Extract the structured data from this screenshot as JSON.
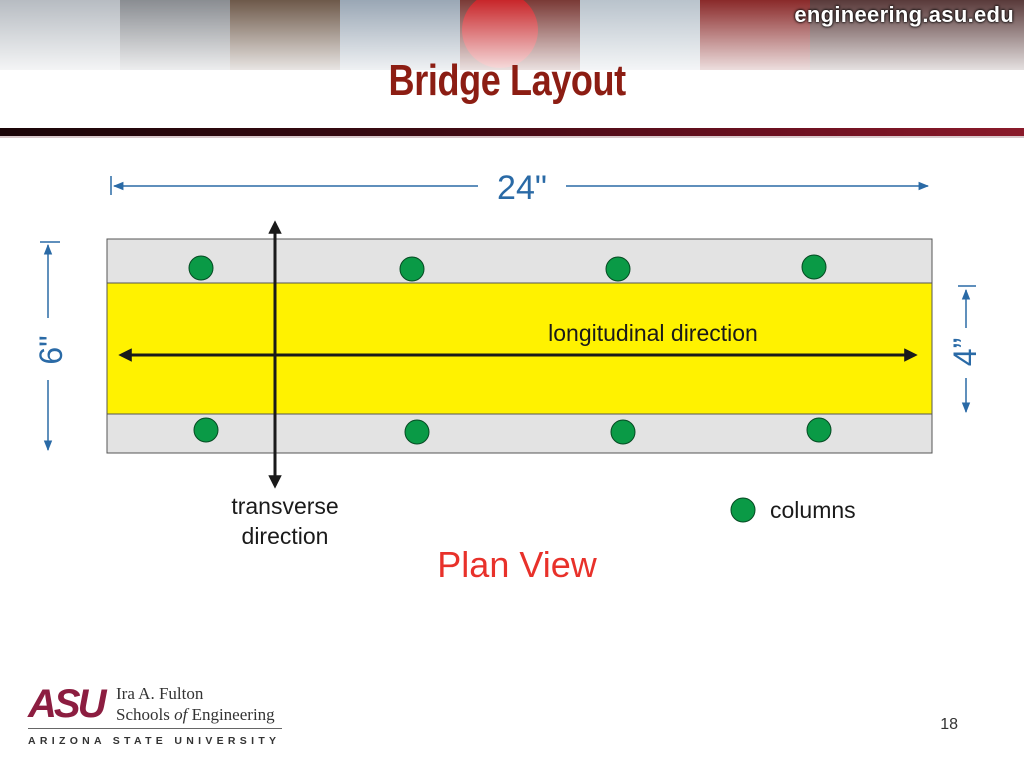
{
  "header": {
    "site": "engineering.asu.edu",
    "title": "Bridge Layout"
  },
  "diagram": {
    "dim_length": "24\"",
    "dim_width": "6\"",
    "dim_deck": "4”",
    "longitudinal_label": "longitudinal direction",
    "transverse_label_line1": "transverse",
    "transverse_label_line2": "direction",
    "legend_columns": "columns",
    "caption": "Plan View",
    "colors": {
      "outer": "#e3e3e3",
      "deck": "#fff200",
      "column": "#0a9a46",
      "dimension": "#2a6aa6",
      "caption": "#e8312a"
    }
  },
  "footer": {
    "school_line1": "Ira A. Fulton",
    "school_line2_a": "Schools ",
    "school_line2_of": "of",
    "school_line2_b": " Engineering",
    "university": "ARIZONA STATE UNIVERSITY",
    "page_number": "18"
  }
}
